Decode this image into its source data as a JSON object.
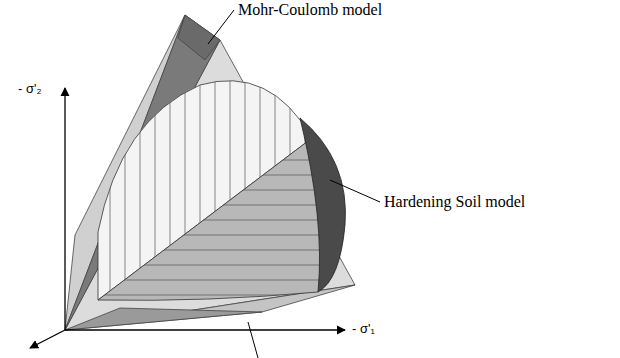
{
  "diagram": {
    "labels": [
      "Mohr-Coulomb model",
      "Hardening Soil model",
      "- σ'₂",
      "- σ'₁"
    ]
  }
}
